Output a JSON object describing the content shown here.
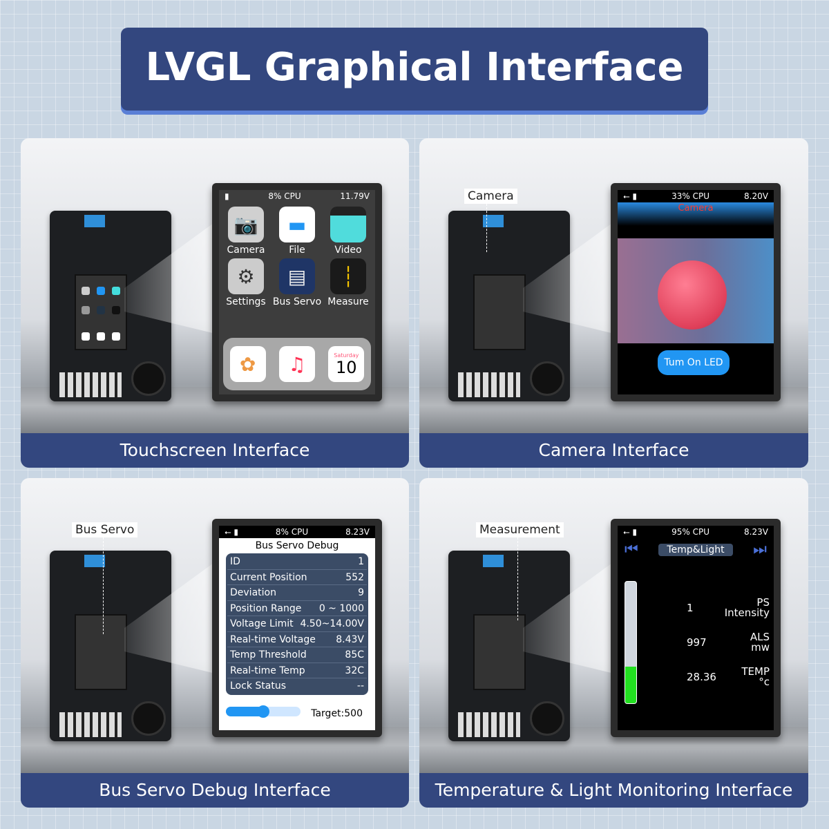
{
  "banner": {
    "title": "LVGL Graphical Interface"
  },
  "colors": {
    "banner": "#33477f",
    "accent": "#2196f3",
    "bar_fill": "#22e020"
  },
  "panels": {
    "touch": {
      "label": "Touchscreen Interface",
      "status": {
        "cpu": "8% CPU",
        "voltage": "11.79V"
      },
      "apps": [
        {
          "label": "Camera",
          "icon": "camera-icon"
        },
        {
          "label": "File",
          "icon": "folder-icon"
        },
        {
          "label": "Video",
          "icon": "clapperboard-icon"
        },
        {
          "label": "Settings",
          "icon": "gear-icon"
        },
        {
          "label": "Bus Servo",
          "icon": "servo-icon"
        },
        {
          "label": "Measure",
          "icon": "ruler-icon"
        }
      ],
      "dock": {
        "photos_icon": "photos-icon",
        "music_icon": "music-icon",
        "calendar_day": "Saturday",
        "calendar_date": "10"
      }
    },
    "camera": {
      "label": "Camera Interface",
      "callout": "Camera",
      "status": {
        "cpu": "33% CPU",
        "voltage": "8.20V"
      },
      "title": "Camera",
      "button": "Tum On LED"
    },
    "servo": {
      "label": "Bus Servo Debug Interface",
      "callout": "Bus Servo",
      "status": {
        "cpu": "8% CPU",
        "voltage": "8.23V"
      },
      "title": "Bus Servo Debug",
      "rows": [
        {
          "k": "ID",
          "v": "1"
        },
        {
          "k": "Current Position",
          "v": "552"
        },
        {
          "k": "Deviation",
          "v": "9"
        },
        {
          "k": "Position Range",
          "v": "0 ~ 1000"
        },
        {
          "k": "Voltage Limit",
          "v": "4.50~14.00V"
        },
        {
          "k": "Real-time Voltage",
          "v": "8.43V"
        },
        {
          "k": "Temp Threshold",
          "v": "85C"
        },
        {
          "k": "Real-time Temp",
          "v": "32C"
        },
        {
          "k": "Lock Status",
          "v": "--"
        }
      ],
      "slider_percent": 50,
      "target": "Target:500"
    },
    "measure": {
      "label": "Temperature & Light Monitoring Interface",
      "callout": "Measurement",
      "status": {
        "cpu": "95% CPU",
        "voltage": "8.23V"
      },
      "tab": "Temp&Light",
      "bar_percent": 30,
      "readings": [
        {
          "value": "1",
          "name": "PS",
          "unit": "Intensity"
        },
        {
          "value": "997",
          "name": "ALS",
          "unit": "mw"
        },
        {
          "value": "28.36",
          "name": "TEMP",
          "unit": "°c"
        }
      ]
    }
  }
}
